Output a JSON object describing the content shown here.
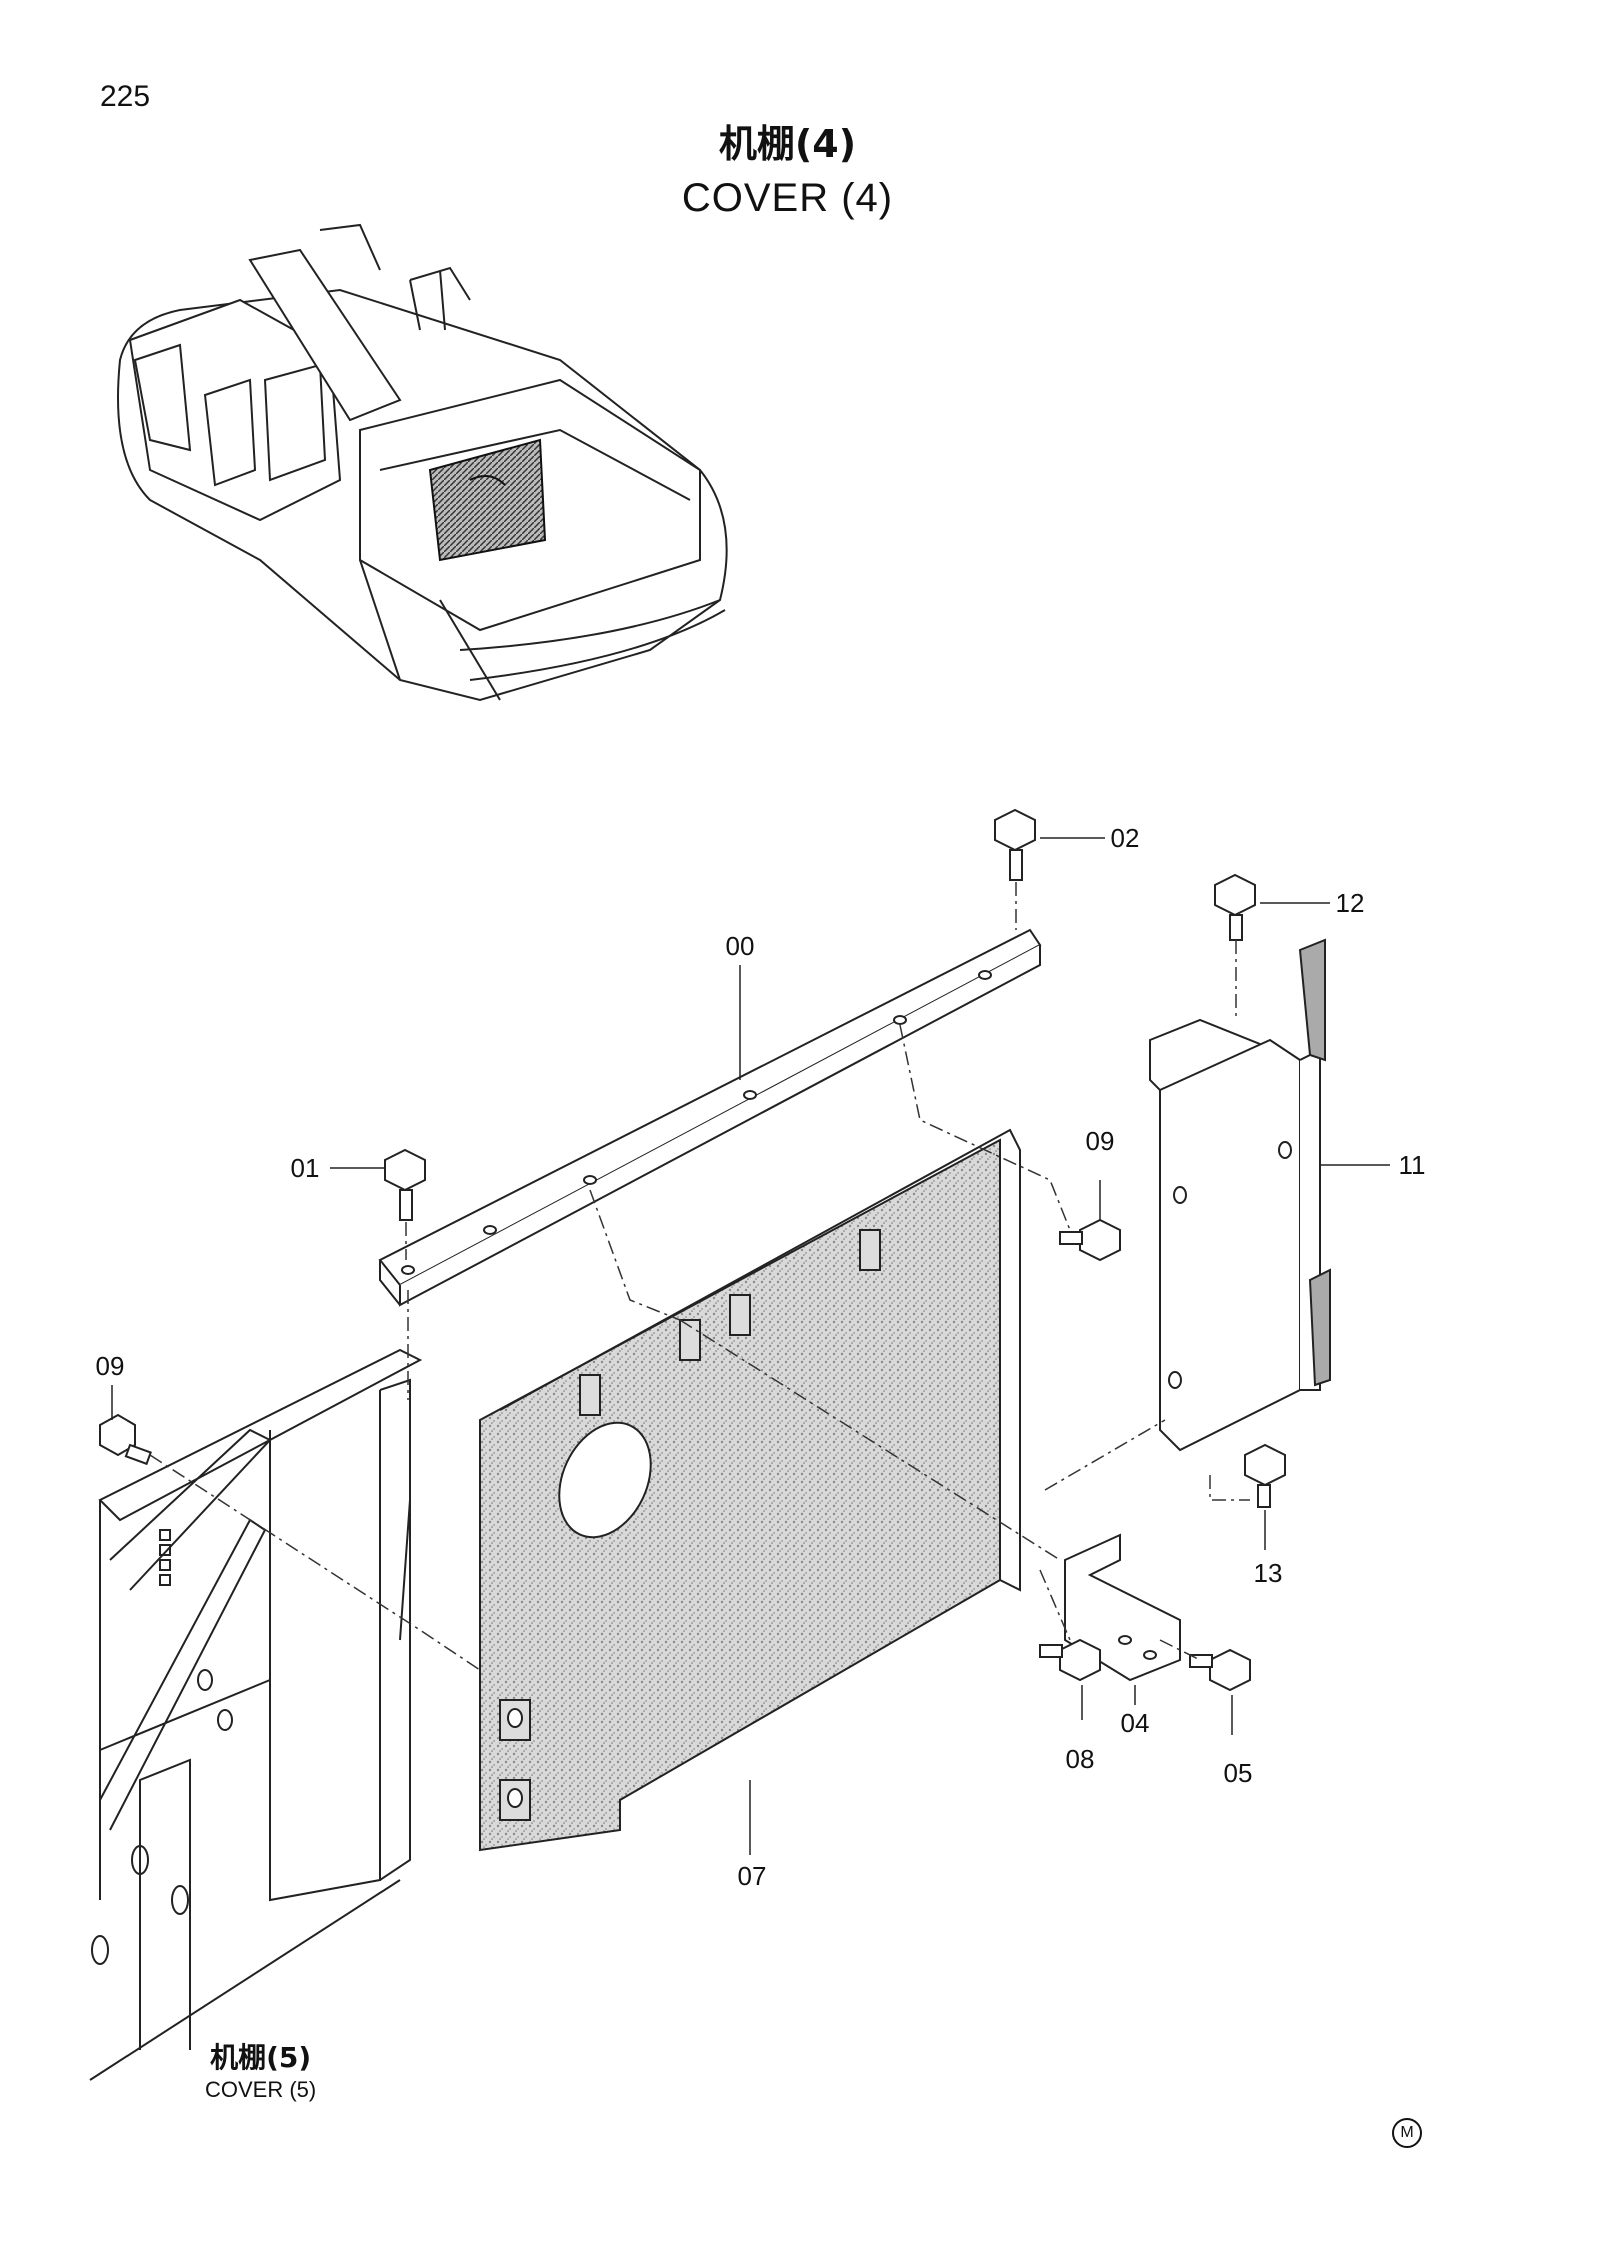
{
  "page_number": "225",
  "title": {
    "cn": "机棚(4)",
    "en": "COVER  (4)"
  },
  "reference": {
    "cn": "机棚(5)",
    "en": "COVER (5)"
  },
  "callouts": {
    "c00": "00",
    "c01": "01",
    "c02": "02",
    "c04": "04",
    "c05": "05",
    "c07": "07",
    "c08": "08",
    "c09a": "09",
    "c09b": "09",
    "c11": "11",
    "c12": "12",
    "c13": "13"
  },
  "mark": "M"
}
